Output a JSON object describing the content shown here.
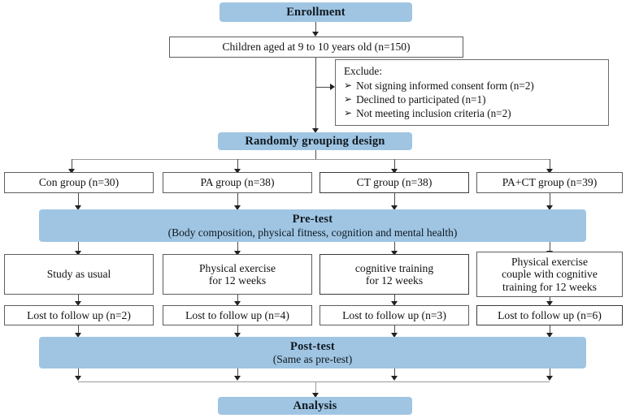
{
  "diagram": {
    "title": "CONSORT-style study flow diagram",
    "accent_color": "#9fc5e3",
    "box_border_color": "#5d5d5d",
    "background_color": "#ffffff"
  },
  "stages": {
    "enrollment": {
      "label": "Enrollment"
    },
    "screened": {
      "label": "Children aged at 9 to 10 years old (n=150)"
    },
    "exclude": {
      "header": "Exclude:",
      "bullet_glyph": "➢",
      "items": [
        "Not signing informed consent form (n=2)",
        "Declined to participated (n=1)",
        "Not meeting inclusion criteria (n=2)"
      ]
    },
    "randomization": {
      "label": "Randomly grouping design"
    },
    "pretest": {
      "title": "Pre-test",
      "subtitle": "(Body composition, physical fitness, cognition and mental health)"
    },
    "posttest": {
      "title": "Post-test",
      "subtitle": "(Same as pre-test)"
    },
    "analysis": {
      "label": "Analysis"
    }
  },
  "groups": [
    {
      "allocation": "Con group (n=30)",
      "intervention_lines": [
        "Study as usual"
      ],
      "lost": "Lost to follow up (n=2)"
    },
    {
      "allocation": "PA group (n=38)",
      "intervention_lines": [
        "Physical exercise",
        "for 12 weeks"
      ],
      "lost": "Lost to follow up (n=4)"
    },
    {
      "allocation": "CT group (n=38)",
      "intervention_lines": [
        "cognitive training",
        "for 12 weeks"
      ],
      "lost": "Lost to follow up (n=3)"
    },
    {
      "allocation": "PA+CT group (n=39)",
      "intervention_lines": [
        "Physical exercise",
        "couple with cognitive",
        "training for 12 weeks"
      ],
      "lost": "Lost to follow up (n=6)"
    }
  ]
}
